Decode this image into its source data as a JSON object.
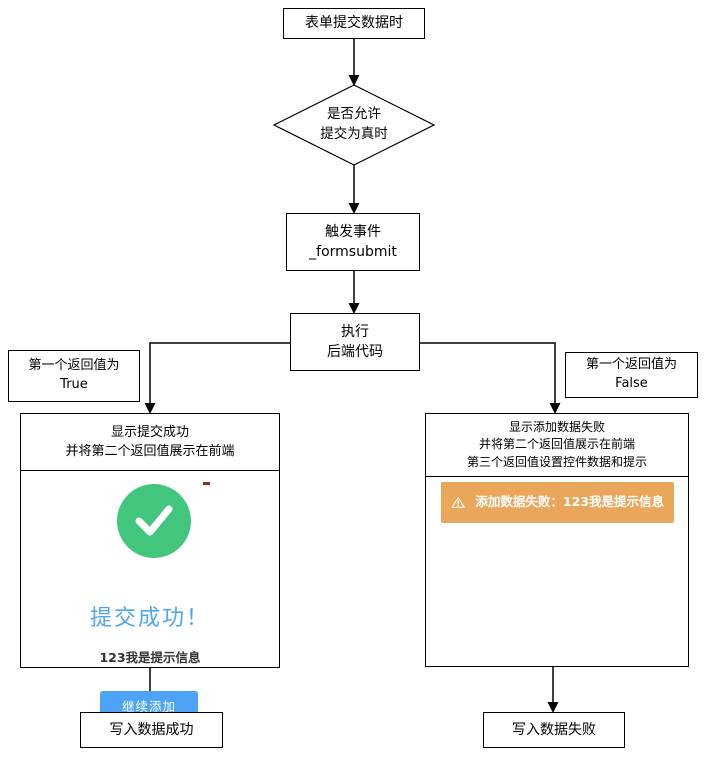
{
  "nodes": {
    "start": {
      "label": "表单提交数据时"
    },
    "decision": {
      "label": "是否允许\n提交为真时"
    },
    "trigger_event": {
      "label": "触发事件\n_formsubmit"
    },
    "execute_backend": {
      "label": "执行\n后端代码"
    },
    "branch_true": {
      "label": "第一个返回值为\nTrue"
    },
    "branch_false": {
      "label": "第一个返回值为\nFalse"
    },
    "success_panel": {
      "header": "显示提交成功\n并将第二个返回值展示在前端",
      "title": "提交成功！",
      "message": "123我是提示信息",
      "button_label": "继续添加"
    },
    "fail_panel": {
      "header": "显示添加数据失败\n并将第二个返回值展示在前端\n第三个返回值设置控件数据和提示",
      "banner_text": "添加数据失败：123我是提示信息"
    },
    "end_success": {
      "label": "写入数据成功"
    },
    "end_fail": {
      "label": "写入数据失败"
    }
  },
  "icons": {
    "success": "check-icon",
    "warning": "warning-icon"
  },
  "colors": {
    "line": "#000000",
    "success_green": "#42c57d",
    "accent_blue": "#4da6f2",
    "button_blue": "#4da3f5",
    "warning_orange": "#eaa65a",
    "message_text": "#333333"
  }
}
